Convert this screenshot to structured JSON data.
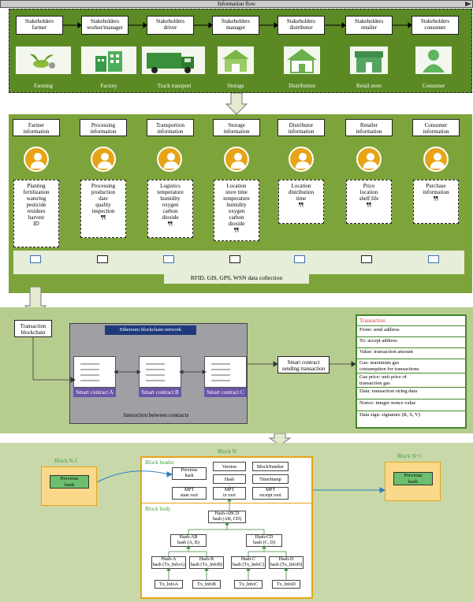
{
  "information_flow": "Information flow",
  "stages": [
    {
      "role": "Stakeholders\nfarmer",
      "name": "Farming"
    },
    {
      "role": "Stakeholders\nworker/manager",
      "name": "Factory"
    },
    {
      "role": "Stakeholders\ndriver",
      "name": "Track transport"
    },
    {
      "role": "Stakeholders\nmanager",
      "name": "Storage"
    },
    {
      "role": "Stakeholders\ndistributor",
      "name": "Distribution"
    },
    {
      "role": "Stakeholders\nretailer",
      "name": "Retail store"
    },
    {
      "role": "Stakeholders\nconsumer",
      "name": "Consumer"
    }
  ],
  "info": [
    {
      "title": "Farmer\ninformation",
      "content": "Planting\nfertilization\nwatering\npesticide\nresidues\nharvest\nID"
    },
    {
      "title": "Processing\ninformation",
      "content": "Processing\nproduction\ndate\nquality\ninspection\n¶¶"
    },
    {
      "title": "Transportion\ninformation",
      "content": "Logistics\ntemperature\nhumidity\noxygen\ncarbon\ndioxide\n¶¶"
    },
    {
      "title": "Storage\ninformation",
      "content": "Location\nstore time\ntemperature\nhumidity\noxygen\ncarbon\ndioxide\n¶¶"
    },
    {
      "title": "Distributor\ninformation",
      "content": "Location\ndistribution\ntime\n¶¶"
    },
    {
      "title": "Retailer\ninformation",
      "content": "Price\nlocation\nshelf life\n¶¶"
    },
    {
      "title": "Consumer\ninformation",
      "content": "Purchase\ninformation\n¶¶"
    }
  ],
  "collection": "RFID, GIS, GPS, WSN data collection",
  "tx_blockchain": "Transaction\nblockchain",
  "eth_title": "Ethereum blockchain network",
  "contracts": [
    "Smart contract A",
    "Smart contract B",
    "Smart contract C"
  ],
  "interaction": "Interaction between contracts",
  "sending": "Smart contract\nsending transaction",
  "transaction": {
    "title": "Transaction",
    "rows": [
      "From: send address",
      "To: accept address",
      "Value: transaction amount",
      "Gas: maximum gas\nconsumption for transactions",
      "Gas price: unit price of\ntransaction gas",
      "Data: transaction string data",
      "Nonce: integer nonce value",
      "Data sign: signature (R, S, V)"
    ]
  },
  "blocks": {
    "prev_label": "Block N-1",
    "next_label": "Block N+1",
    "n_label": "Block N",
    "side_hash": "Previous\nhash",
    "header_label": "Block header",
    "body_label": "Block body",
    "header": {
      "previous_hash": "Previous\nhash",
      "version": "Version",
      "block_number": "BlockNumber",
      "hash": "Hash",
      "timestamp": "TimeStamp",
      "state_root": "MPT\nstate root",
      "tx_root": "MPT\ntx root",
      "receipt_root": "MPT\nreceipt root"
    },
    "body": {
      "abcd": "Hash-ABCD\nhash (AB, CD)",
      "ab": "Hash-AB\nhash (A, B)",
      "cd": "Hash-CD\nhash (C, D)",
      "a": "Hash-A\nhash (Tx_InfoA)",
      "b": "Hash-B\nhash (Tx_InfoB)",
      "c": "Hash-C\nhash (Tx_InfoC)",
      "d": "Hash-D\nhash (Tx_InfoD)",
      "txa": "Tx_InfoA",
      "txb": "Tx_InfoB",
      "txc": "Tx_InfoC",
      "txd": "Tx_InfoD"
    }
  },
  "colors": {
    "dark_green": "#5b8a25",
    "mid_green": "#7da43a",
    "light_green": "#b7cc8f",
    "avatar": "#e8a417",
    "block_border": "#e8a417"
  }
}
